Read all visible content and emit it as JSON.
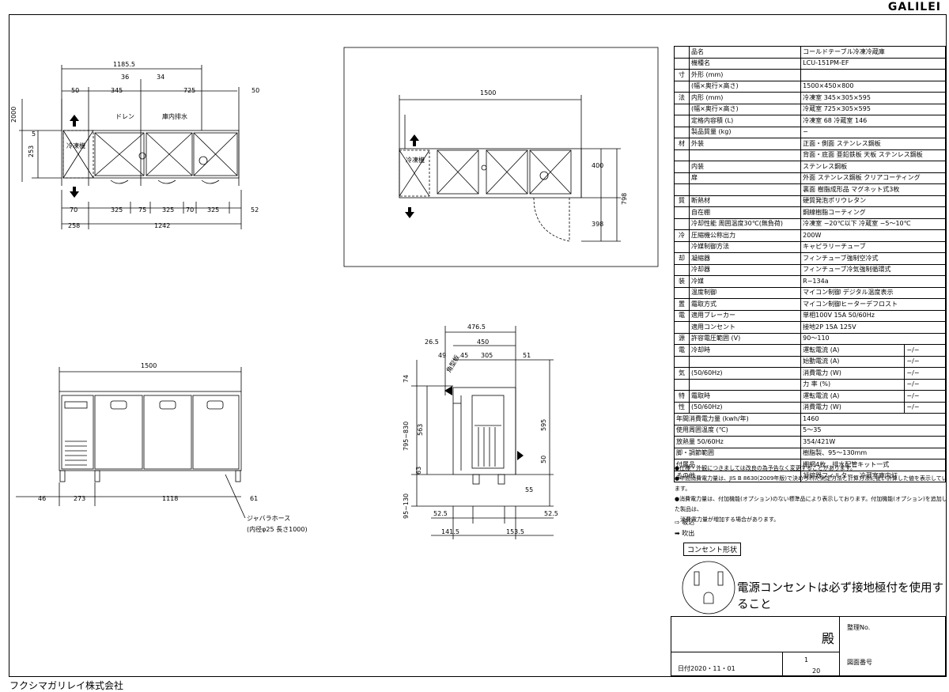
{
  "brand": "GALILEI",
  "company": "フクシマガリレイ株式会社",
  "spec_table": [
    {
      "group": "",
      "label": "品名",
      "value": "コールドテーブル冷凍冷蔵庫"
    },
    {
      "group": "",
      "label": "機種名",
      "value": "LCU-151PM-EF"
    },
    {
      "group": "寸",
      "label": "外形 (mm)",
      "value": ""
    },
    {
      "group": "",
      "label": "(幅×奥行×高さ)",
      "value": "1500×450×800"
    },
    {
      "group": "法",
      "label": "内形 (mm)",
      "value": "冷凍室 345×305×595"
    },
    {
      "group": "",
      "label": "(幅×奥行×高さ)",
      "value": "冷蔵室 725×305×595"
    },
    {
      "group": "",
      "label": "定格内容積 (L)",
      "value": "冷凍室 68 冷蔵室 146"
    },
    {
      "group": "",
      "label": "製品質量 (kg)",
      "value": "−"
    },
    {
      "group": "材",
      "label": "外装",
      "value": "正面・側面 ステンレス鋼板"
    },
    {
      "group": "",
      "label": "",
      "value": "背面・底面 亜鉛鉄板 天板 ステンレス鋼板"
    },
    {
      "group": "",
      "label": "内装",
      "value": "ステンレス鋼板"
    },
    {
      "group": "",
      "label": "扉",
      "value": "外面 ステンレス鋼板 クリアコーティング"
    },
    {
      "group": "",
      "label": "",
      "value": "裏面 樹脂成形品 マグネット式3枚"
    },
    {
      "group": "質",
      "label": "断熱材",
      "value": "硬質発泡ポリウレタン"
    },
    {
      "group": "",
      "label": "自在棚",
      "value": "鋼線樹脂コーティング"
    },
    {
      "group": "",
      "label": "冷却性能 周囲温度30℃(無負荷)",
      "value": "冷凍室 −20℃以下 冷蔵室 −5〜10℃"
    },
    {
      "group": "冷",
      "label": "圧縮機公称出力",
      "value": "200W"
    },
    {
      "group": "",
      "label": "冷媒制御方法",
      "value": "キャピラリーチューブ"
    },
    {
      "group": "却",
      "label": "凝縮器",
      "value": "フィンチューブ強制空冷式"
    },
    {
      "group": "",
      "label": "冷却器",
      "value": "フィンチューブ冷気強制循環式"
    },
    {
      "group": "装",
      "label": "冷媒",
      "value": "R−134a"
    },
    {
      "group": "",
      "label": "温度制御",
      "value": "マイコン制御 デジタル温度表示"
    },
    {
      "group": "置",
      "label": "霜取方式",
      "value": "マイコン制御ヒーターデフロスト"
    },
    {
      "group": "電",
      "label": "適用ブレーカー",
      "value": "単相100V 15A 50/60Hz"
    },
    {
      "group": "",
      "label": "適用コンセント",
      "value": "接地2P 15A 125V"
    },
    {
      "group": "源",
      "label": "許容電圧範囲 (V)",
      "value": "90〜110"
    }
  ],
  "electric_table": [
    {
      "group": "電",
      "mode": "冷却時",
      "item": "運転電流 (A)",
      "value": "−/−"
    },
    {
      "group": "",
      "mode": "",
      "item": "始動電流 (A)",
      "value": "−/−"
    },
    {
      "group": "気",
      "mode": "(50/60Hz)",
      "item": "消費電力 (W)",
      "value": "−/−"
    },
    {
      "group": "",
      "mode": "",
      "item": "力 率 (%)",
      "value": "−/−"
    },
    {
      "group": "特",
      "mode": "霜取時",
      "item": "運転電流 (A)",
      "value": "−/−"
    },
    {
      "group": "性",
      "mode": "(50/60Hz)",
      "item": "消費電力 (W)",
      "value": "−/−"
    }
  ],
  "spec_table2": [
    {
      "label": "年間消費電力量 (kwh/年)",
      "value": "1460"
    },
    {
      "label": "使用周囲温度 (℃)",
      "value": "5〜35"
    },
    {
      "label": "放熱量 50/60Hz",
      "value": "354/421W"
    },
    {
      "label": "脚・調節範囲",
      "value": "樹脂製、95〜130mm"
    },
    {
      "label": "付属品",
      "value": "棚網4枚、排水配管キット一式"
    },
    {
      "label": "その他",
      "value": "凝縮器フィルター、冷蔵室庫内灯"
    }
  ],
  "notes": [
    "●仕様・外観につきましては改良の為予告なく変更することがあります。",
    "●年間消費電力量は、JIS B 8630(2009年版)で決められた測定方法と計算方法に従い計算した値を表示しています。",
    "●消費電力量は、付加機能(オプション)のない標準品により表示しております。付加機能(オプション)を追加した製品は、",
    "　消費電力量が増加する場合があります。"
  ],
  "legend": {
    "intake": "吸込",
    "exhaust": "吹出"
  },
  "outlet": {
    "title": "コンセント形状",
    "note": "電源コンセントは必ず接地極付を使用すること"
  },
  "title_block": {
    "customer_suffix": "殿",
    "serial_label": "整理No.",
    "date": "日付2020・11・01",
    "scale_num": "1",
    "scale_den": "20",
    "drawing_label": "図面番号"
  },
  "plan_view": {
    "dims_top": [
      "1185.5",
      "36",
      "34",
      "50",
      "345",
      "725",
      "50"
    ],
    "dims_left": [
      "2000",
      "5",
      "253"
    ],
    "dims_bottom1": [
      "70",
      "325",
      "75",
      "325",
      "70",
      "325",
      "52"
    ],
    "dims_bottom2": [
      "258",
      "1242"
    ],
    "labels": [
      "冷凍機",
      "ドレン",
      "庫内排水"
    ]
  },
  "inset_view": {
    "dims": [
      "1500",
      "400",
      "798",
      "398"
    ],
    "labels": [
      "冷凍機"
    ]
  },
  "front_view": {
    "dims": [
      "1500",
      "46",
      "273",
      "1118",
      "61"
    ],
    "hose_label": "ジャバラホース",
    "hose_spec": "(内径φ25 長さ1000)"
  },
  "side_view": {
    "dims_top": [
      "476.5",
      "26.5",
      "450",
      "49",
      "45",
      "305",
      "51"
    ],
    "tag": "角型板",
    "dims_left": [
      "74",
      "795~830",
      "563",
      "63",
      "95~130"
    ],
    "dims_right": [
      "595",
      "50",
      "55"
    ],
    "dims_bottom": [
      "52.5",
      "52.5",
      "141.5",
      "153.5"
    ]
  }
}
